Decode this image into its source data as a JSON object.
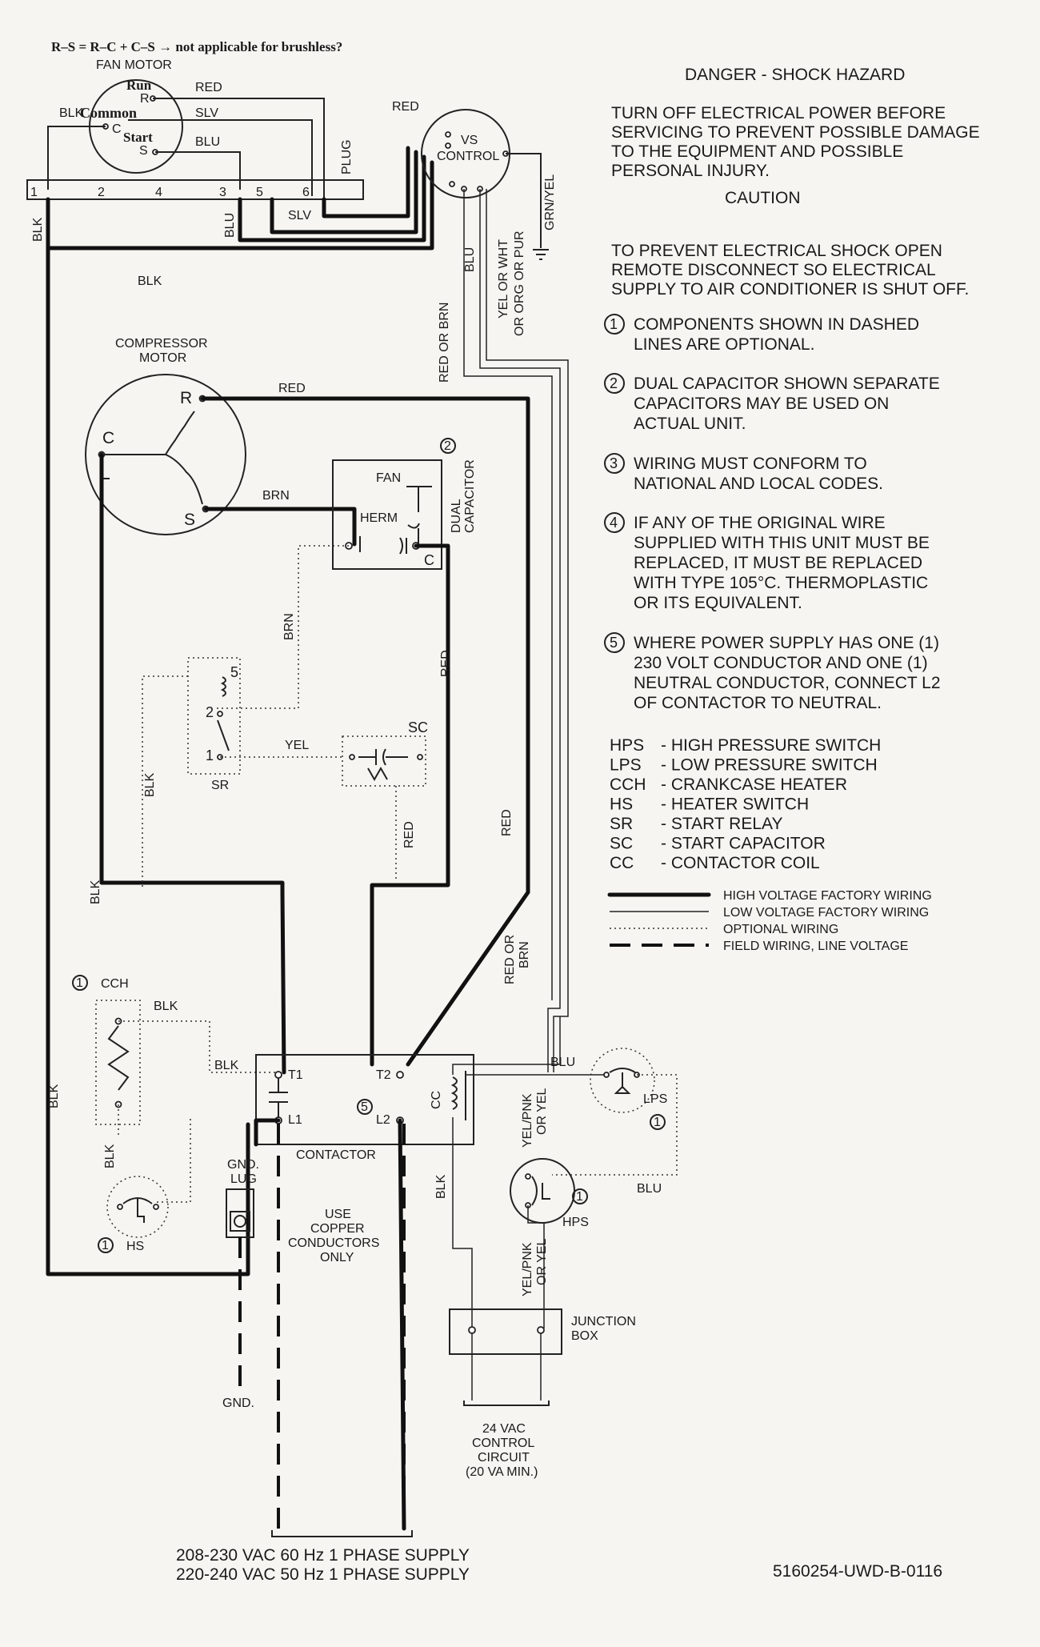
{
  "annotation": {
    "text": "R–S = R–C + C–S → not applicable for brushless?",
    "color": "#d6336c",
    "run_label": "Run",
    "run_color": "#d9402b",
    "common_label": "Common",
    "start_label": "Start",
    "start_color": "#c7b818"
  },
  "fan_motor": {
    "title": "FAN MOTOR",
    "r": "R",
    "c": "C",
    "s": "S",
    "blk_short": "BLK",
    "red": "RED",
    "slv": "SLV",
    "blu": "BLU",
    "plug": "PLUG"
  },
  "terminal_strip": {
    "t1": "1",
    "t2": "2",
    "t4": "4",
    "t3": "3",
    "t5": "5",
    "t6": "6"
  },
  "vs_control": {
    "vs": "VS",
    "control": "CONTROL",
    "red": "RED",
    "grn_yel": "GRN/YEL",
    "yel_wht": "YEL OR WHT",
    "org_pur": "OR ORG OR PUR",
    "blu": "BLU",
    "red_brn": "RED OR BRN"
  },
  "wire_labels": {
    "blk": "BLK",
    "blu": "BLU",
    "slv": "SLV",
    "red": "RED",
    "brn": "BRN",
    "yel": "YEL",
    "red_or": "RED OR",
    "brn2": "BRN",
    "yel_pnk": "YEL/PNK",
    "or_yel": "OR YEL"
  },
  "compressor": {
    "title1": "COMPRESSOR",
    "title2": "MOTOR",
    "r": "R",
    "c": "C",
    "s": "S"
  },
  "capacitor": {
    "fan": "FAN",
    "herm": "HERM",
    "c": "C",
    "dual": "DUAL",
    "cap": "CAPACITOR",
    "num": "2"
  },
  "start_relay": {
    "label": "SR",
    "p5": "5",
    "p2": "2",
    "p1": "1"
  },
  "start_cap": {
    "label": "SC"
  },
  "cch": {
    "num": "1",
    "label": "CCH"
  },
  "hs": {
    "num": "1",
    "label": "HS"
  },
  "contactor": {
    "label": "CONTACTOR",
    "t1": "T1",
    "t2": "T2",
    "l1": "L1",
    "l2": "L2",
    "cc": "CC",
    "num": "5"
  },
  "gnd": {
    "lug1": "GND.",
    "lug2": "LUG",
    "gnd": "GND."
  },
  "copper_note": [
    "USE",
    "COPPER",
    "CONDUCTORS",
    "ONLY"
  ],
  "lps": {
    "label": "LPS",
    "num": "1"
  },
  "hps": {
    "label": "HPS",
    "num": "1"
  },
  "junction": {
    "l1": "JUNCTION",
    "l2": "BOX"
  },
  "control_circuit": [
    "24 VAC",
    "CONTROL",
    "CIRCUIT",
    "(20 VA MIN.)"
  ],
  "supply": [
    "208-230 VAC 60 Hz 1 PHASE SUPPLY",
    "220-240 VAC 50 Hz 1 PHASE SUPPLY"
  ],
  "part_number": "5160254-UWD-B-0116",
  "warnings": {
    "danger": "DANGER - SHOCK HAZARD",
    "turn_off": [
      "TURN OFF ELECTRICAL POWER BEFORE",
      "SERVICING TO PREVENT POSSIBLE DAMAGE",
      "TO THE EQUIPMENT AND POSSIBLE",
      "PERSONAL INJURY."
    ],
    "caution": "CAUTION",
    "prevent": [
      "TO PREVENT ELECTRICAL SHOCK OPEN",
      "REMOTE DISCONNECT SO ELECTRICAL",
      "SUPPLY TO AIR CONDITIONER IS SHUT OFF."
    ]
  },
  "notes": [
    {
      "num": "1",
      "lines": [
        "COMPONENTS SHOWN IN DASHED",
        "LINES ARE OPTIONAL."
      ]
    },
    {
      "num": "2",
      "lines": [
        "DUAL CAPACITOR SHOWN SEPARATE",
        "CAPACITORS MAY BE USED ON",
        "ACTUAL UNIT."
      ]
    },
    {
      "num": "3",
      "lines": [
        "WIRING MUST CONFORM TO",
        "NATIONAL AND LOCAL CODES."
      ]
    },
    {
      "num": "4",
      "lines": [
        "IF ANY OF THE ORIGINAL WIRE",
        "SUPPLIED WITH THIS UNIT MUST BE",
        "REPLACED, IT MUST BE REPLACED",
        "WITH TYPE 105°C. THERMOPLASTIC",
        "OR ITS EQUIVALENT."
      ]
    },
    {
      "num": "5",
      "lines": [
        "WHERE POWER SUPPLY HAS ONE (1)",
        "230 VOLT CONDUCTOR AND ONE (1)",
        "NEUTRAL CONDUCTOR, CONNECT L2",
        "OF CONTACTOR TO NEUTRAL."
      ]
    }
  ],
  "abbreviations": [
    {
      "abbr": "HPS",
      "desc": "- HIGH PRESSURE SWITCH"
    },
    {
      "abbr": "LPS",
      "desc": "- LOW PRESSURE SWITCH"
    },
    {
      "abbr": "CCH",
      "desc": "- CRANKCASE HEATER"
    },
    {
      "abbr": "HS",
      "desc": "- HEATER SWITCH"
    },
    {
      "abbr": "SR",
      "desc": "- START RELAY"
    },
    {
      "abbr": "SC",
      "desc": "- START CAPACITOR"
    },
    {
      "abbr": "CC",
      "desc": "- CONTACTOR COIL"
    }
  ],
  "legend": [
    {
      "style": "hv",
      "label": "HIGH VOLTAGE FACTORY WIRING"
    },
    {
      "style": "lv",
      "label": "LOW VOLTAGE FACTORY WIRING"
    },
    {
      "style": "opt",
      "label": "OPTIONAL WIRING"
    },
    {
      "style": "fld",
      "label": "FIELD WIRING, LINE VOLTAGE"
    }
  ]
}
